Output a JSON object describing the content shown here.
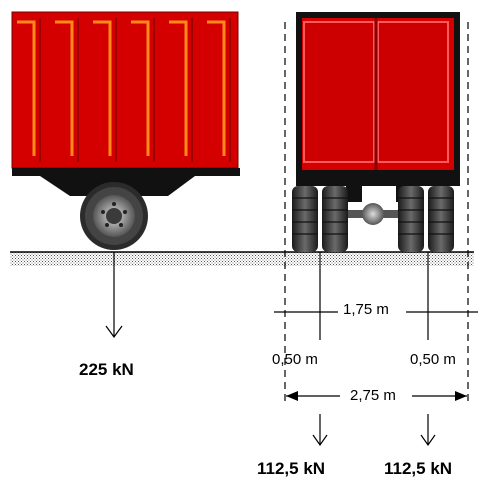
{
  "labels": {
    "side_load": "225 kN",
    "inner_spacing": "1,75 m",
    "left_offset": "0,50 m",
    "right_offset": "0,50 m",
    "outer_spacing": "2,75 m",
    "left_wheel_load": "112,5 kN",
    "right_wheel_load": "112,5 kN"
  },
  "colors": {
    "trailer_red": "#d40000",
    "trailer_dark_red": "#a80000",
    "stripe_orange": "#ff8a1a",
    "chassis": "#111111",
    "tire": "#2b2b2b",
    "rim": "#9a9a9a"
  }
}
